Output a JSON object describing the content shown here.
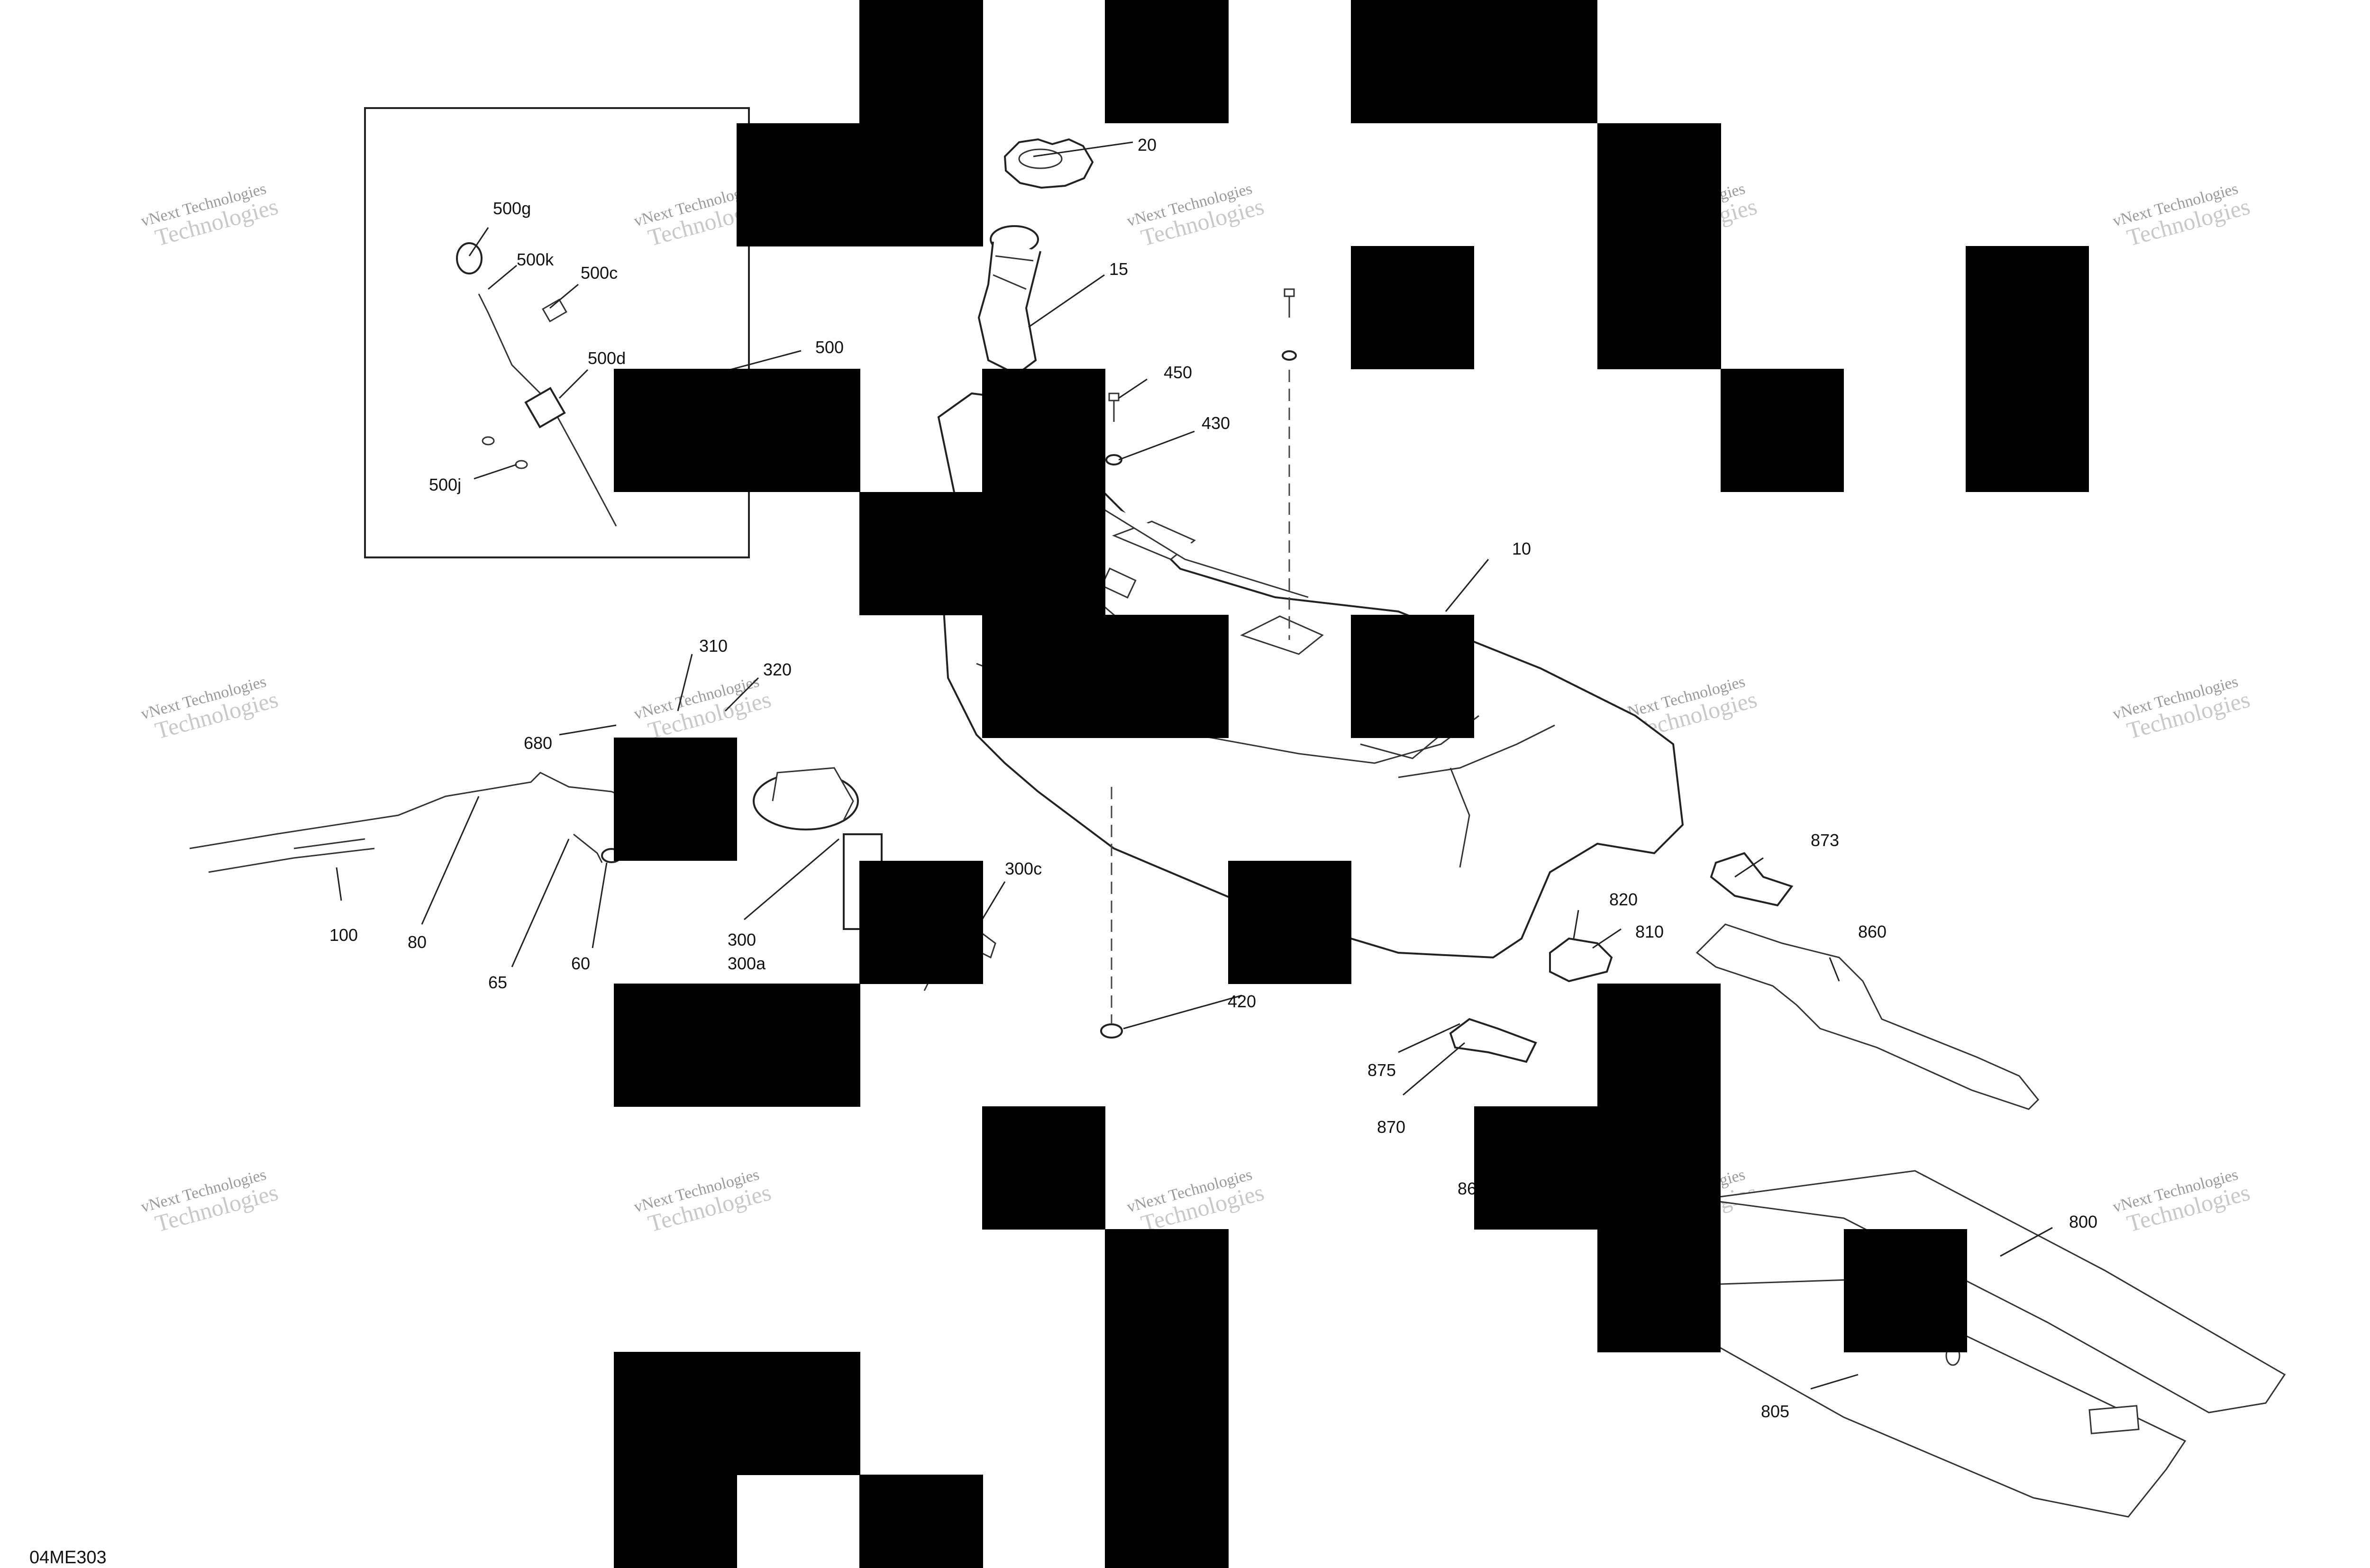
{
  "diagram": {
    "code": "04ME303",
    "watermark_line1": "vNext Technologies",
    "watermark_line2": "Technologies",
    "callouts": [
      {
        "id": "20",
        "text": "20"
      },
      {
        "id": "15",
        "text": "15"
      },
      {
        "id": "500",
        "text": "500"
      },
      {
        "id": "500g",
        "text": "500g"
      },
      {
        "id": "500k",
        "text": "500k"
      },
      {
        "id": "500c",
        "text": "500c"
      },
      {
        "id": "500d",
        "text": "500d"
      },
      {
        "id": "500j",
        "text": "500j"
      },
      {
        "id": "450",
        "text": "450"
      },
      {
        "id": "430",
        "text": "430"
      },
      {
        "id": "10",
        "text": "10"
      },
      {
        "id": "310",
        "text": "310"
      },
      {
        "id": "320",
        "text": "320"
      },
      {
        "id": "680",
        "text": "680"
      },
      {
        "id": "300c",
        "text": "300c"
      },
      {
        "id": "300",
        "text": "300"
      },
      {
        "id": "300a",
        "text": "300a"
      },
      {
        "id": "100",
        "text": "100"
      },
      {
        "id": "80",
        "text": "80"
      },
      {
        "id": "65",
        "text": "65"
      },
      {
        "id": "60",
        "text": "60"
      },
      {
        "id": "420",
        "text": "420"
      },
      {
        "id": "873",
        "text": "873"
      },
      {
        "id": "820",
        "text": "820"
      },
      {
        "id": "810",
        "text": "810"
      },
      {
        "id": "860",
        "text": "860"
      },
      {
        "id": "875",
        "text": "875"
      },
      {
        "id": "870",
        "text": "870"
      },
      {
        "id": "86x",
        "text": "86"
      },
      {
        "id": "800",
        "text": "800"
      },
      {
        "id": "805",
        "text": "805"
      }
    ]
  }
}
